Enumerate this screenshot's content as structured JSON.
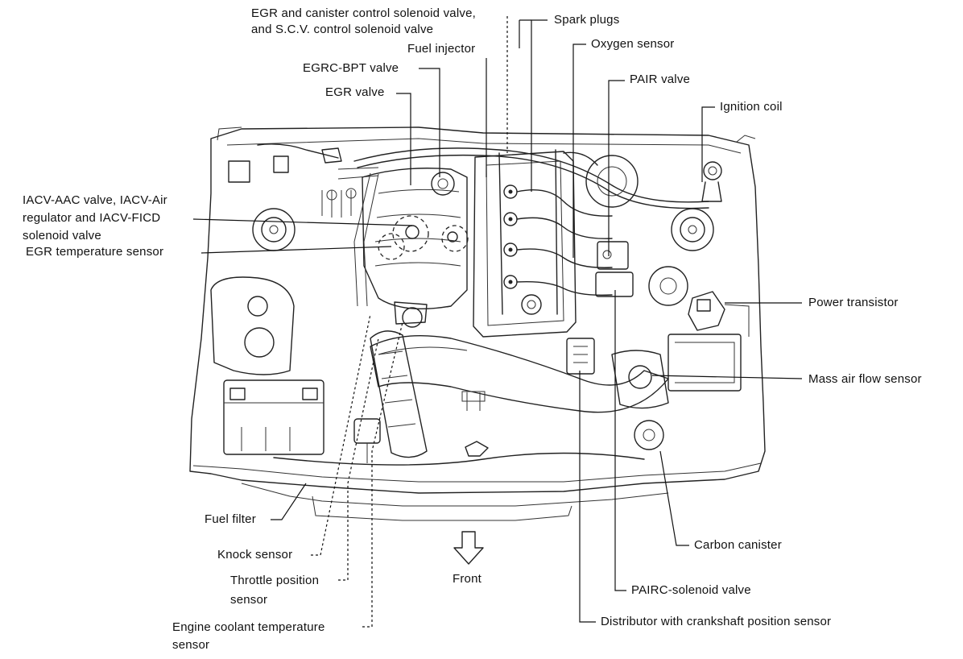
{
  "labels": {
    "egr_canister_scv": [
      "EGR and canister control solenoid valve,",
      "and S.C.V. control solenoid valve"
    ],
    "spark_plugs": "Spark plugs",
    "fuel_injector": "Fuel injector",
    "oxygen_sensor": "Oxygen sensor",
    "egrc_bpt_valve": "EGRC-BPT valve",
    "pair_valve": "PAIR valve",
    "egr_valve": "EGR valve",
    "ignition_coil": "Ignition coil",
    "iacv": [
      "IACV-AAC valve, IACV-Air",
      "regulator and IACV-FICD",
      "solenoid valve"
    ],
    "egr_temp_sensor": "EGR temperature sensor",
    "power_transistor": "Power transistor",
    "mass_air_flow_sensor": "Mass air flow sensor",
    "fuel_filter": "Fuel filter",
    "carbon_canister": "Carbon canister",
    "knock_sensor": "Knock sensor",
    "throttle_position_sensor": [
      "Throttle position",
      "sensor"
    ],
    "front": "Front",
    "pairc_solenoid_valve": "PAIRC-solenoid valve",
    "engine_coolant_temp_sensor": [
      "Engine coolant temperature",
      "sensor"
    ],
    "distributor": "Distributor with crankshaft position sensor"
  }
}
